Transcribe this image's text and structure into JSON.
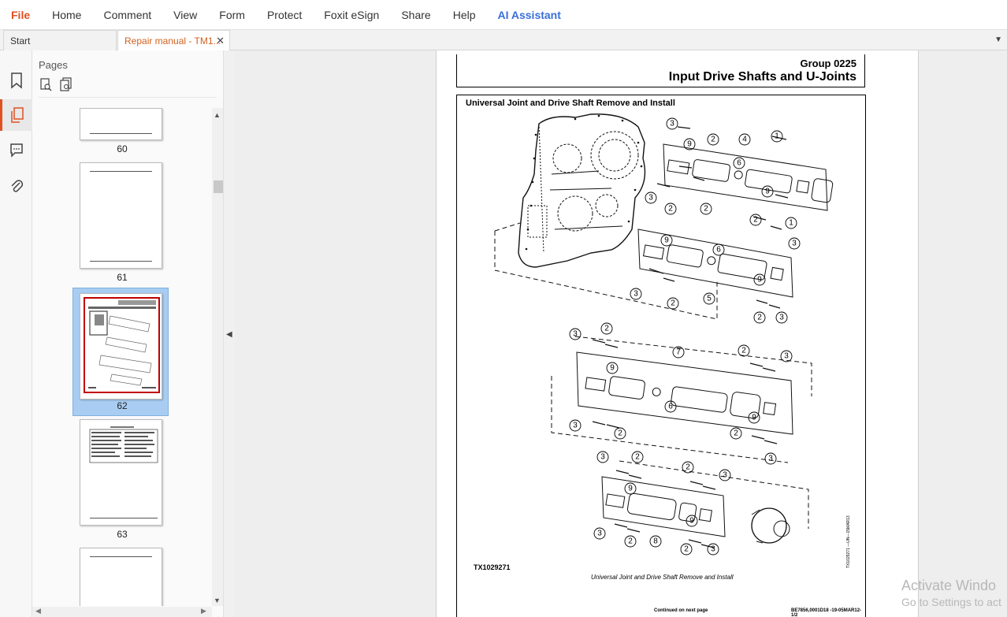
{
  "menu": {
    "items": [
      "File",
      "Home",
      "Comment",
      "View",
      "Form",
      "Protect",
      "Foxit eSign",
      "Share",
      "Help"
    ],
    "ai_label": "AI Assistant",
    "colors": {
      "file": "#e05020",
      "ai": "#3a6fd8"
    }
  },
  "tabs": {
    "start_label": "Start",
    "active_label": "Repair manual - TM1...",
    "close_glyph": "✕",
    "dropdown_glyph": "▼"
  },
  "sidebar": {
    "icons": [
      "bookmark-icon",
      "pages-icon",
      "comment-icon",
      "attachment-icon"
    ],
    "active": "pages-icon"
  },
  "pages_panel": {
    "title": "Pages",
    "tools": [
      "insert-page-icon",
      "extract-page-icon"
    ],
    "thumbnails": [
      {
        "label": "60"
      },
      {
        "label": "61"
      },
      {
        "label": "62",
        "selected": true
      },
      {
        "label": "63"
      },
      {
        "label": ""
      }
    ]
  },
  "document": {
    "group": "Group  0225",
    "title": "Input Drive Shafts and U-Joints",
    "figure_title": "Universal Joint and Drive Shaft Remove and Install",
    "figure_id": "TX1029271",
    "figure_caption": "Universal Joint and Drive Shaft Remove and Install",
    "side_text": "TX1029271 —UN—15MAR13",
    "continued": "Continued on next page",
    "code": "BE7856,0001D18 -19-05MAR12-1/2",
    "callouts": [
      "1",
      "2",
      "3",
      "4",
      "5",
      "6",
      "7",
      "8",
      "9"
    ]
  },
  "watermark": {
    "line1": "Activate Windo",
    "line2": "Go to Settings to act"
  }
}
